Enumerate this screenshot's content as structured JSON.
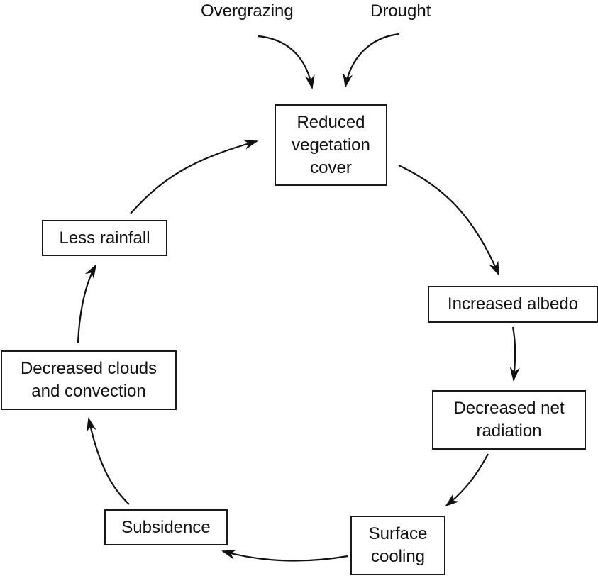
{
  "inputs": [
    {
      "id": "overgrazing",
      "label": "Overgrazing"
    },
    {
      "id": "drought",
      "label": "Drought"
    }
  ],
  "nodes": [
    {
      "id": "reduced-vegetation-cover",
      "label": "Reduced\nvegetation\ncover"
    },
    {
      "id": "increased-albedo",
      "label": "Increased albedo"
    },
    {
      "id": "decreased-net-radiation",
      "label": "Decreased net\nradiation"
    },
    {
      "id": "surface-cooling",
      "label": "Surface\ncooling"
    },
    {
      "id": "subsidence",
      "label": "Subsidence"
    },
    {
      "id": "decreased-clouds-convection",
      "label": "Decreased clouds\nand convection"
    },
    {
      "id": "less-rainfall",
      "label": "Less rainfall"
    }
  ],
  "edges": [
    {
      "from": "overgrazing",
      "to": "reduced-vegetation-cover"
    },
    {
      "from": "drought",
      "to": "reduced-vegetation-cover"
    },
    {
      "from": "reduced-vegetation-cover",
      "to": "increased-albedo"
    },
    {
      "from": "increased-albedo",
      "to": "decreased-net-radiation"
    },
    {
      "from": "decreased-net-radiation",
      "to": "surface-cooling"
    },
    {
      "from": "surface-cooling",
      "to": "subsidence"
    },
    {
      "from": "subsidence",
      "to": "decreased-clouds-convection"
    },
    {
      "from": "decreased-clouds-convection",
      "to": "less-rainfall"
    },
    {
      "from": "less-rainfall",
      "to": "reduced-vegetation-cover"
    }
  ]
}
